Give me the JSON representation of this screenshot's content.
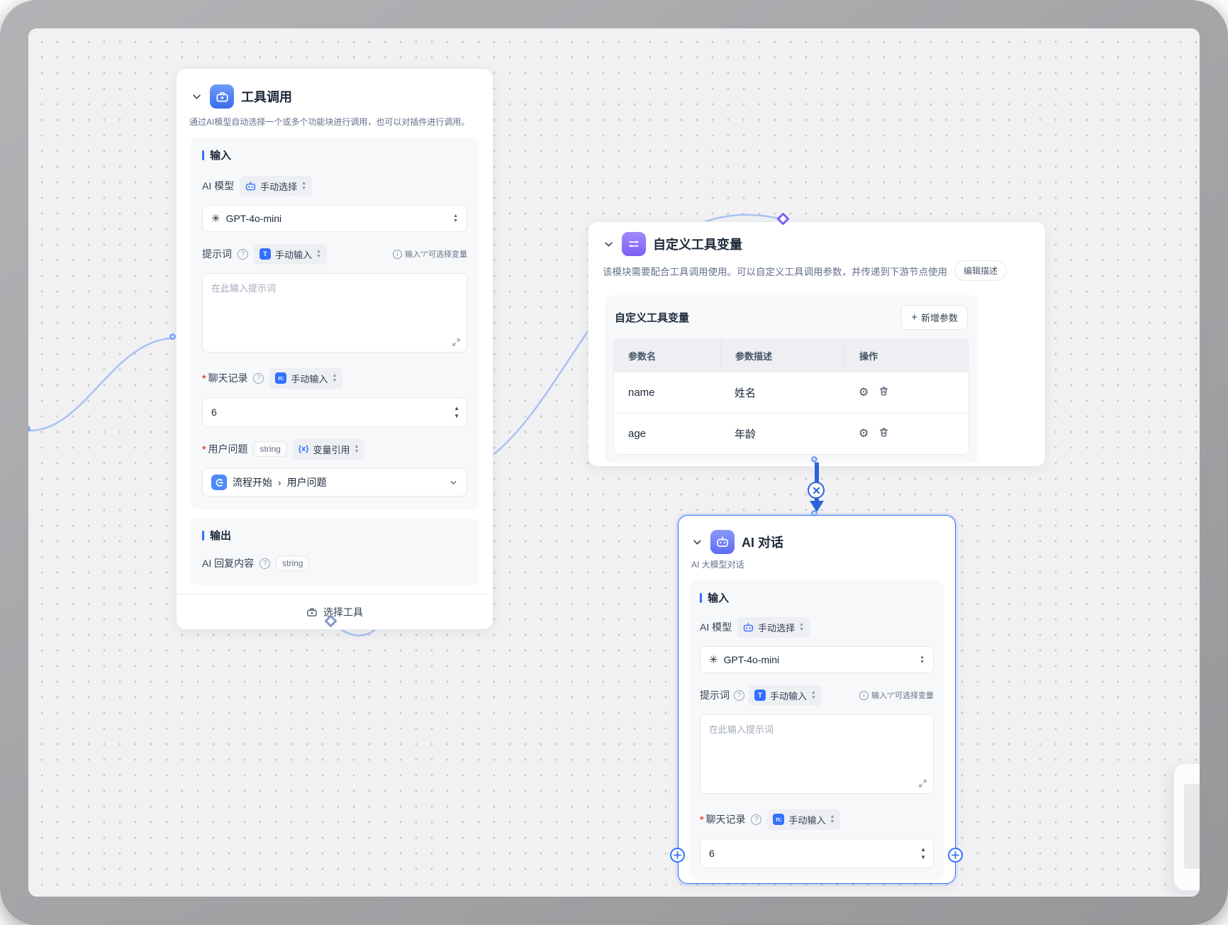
{
  "icons": {
    "gear": "⚙",
    "openai": "✳",
    "plus": "+",
    "breadcrumb_sep": "›",
    "required": "*",
    "help": "?",
    "info": "i",
    "spin_up": "▲",
    "spin_down": "▼",
    "text_mode": "T",
    "number_mode": "n:",
    "variable_mode": "{x}"
  },
  "node_tool_call": {
    "title": "工具调用",
    "description": "通过AI模型自动选择一个或多个功能块进行调用，也可以对插件进行调用。",
    "input_section_title": "输入",
    "ai_model_label": "AI 模型",
    "ai_model_mode": "手动选择",
    "model_name": "GPT-4o-mini",
    "prompt_label": "提示词",
    "prompt_mode": "手动输入",
    "slash_hint": "输入\"/\"可选择变量",
    "prompt_placeholder": "在此输入提示词",
    "chat_history_label": "聊天记录",
    "chat_history_mode": "手动输入",
    "chat_history_value": "6",
    "user_question_label": "用户问题",
    "user_question_type": "string",
    "user_question_mode": "变量引用",
    "ref_source": "流程开始",
    "ref_field": "用户问题",
    "output_section_title": "输出",
    "output_field_label": "AI 回复内容",
    "output_field_type": "string",
    "footer_button": "选择工具"
  },
  "node_custom_vars": {
    "title": "自定义工具变量",
    "description": "该模块需要配合工具调用使用。可以自定义工具调用参数，并传递到下游节点使用",
    "edit_description_button": "编辑描述",
    "panel_title": "自定义工具变量",
    "add_param_button": "新增参数",
    "table": {
      "headers": [
        "参数名",
        "参数描述",
        "操作"
      ],
      "rows": [
        {
          "name": "name",
          "description": "姓名"
        },
        {
          "name": "age",
          "description": "年龄"
        }
      ]
    }
  },
  "node_ai_chat": {
    "title": "AI 对话",
    "subtitle": "AI 大模型对话",
    "input_section_title": "输入",
    "ai_model_label": "AI 模型",
    "ai_model_mode": "手动选择",
    "model_name": "GPT-4o-mini",
    "prompt_label": "提示词",
    "prompt_mode": "手动输入",
    "slash_hint": "输入\"/\"可选择变量",
    "prompt_placeholder": "在此输入提示词",
    "chat_history_label": "聊天记录",
    "chat_history_mode": "手动输入",
    "chat_history_value": "6"
  }
}
